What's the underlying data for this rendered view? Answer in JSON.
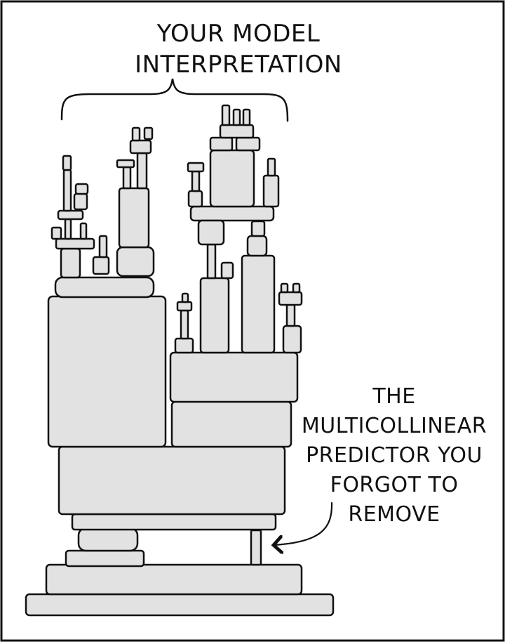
{
  "comic": {
    "top_label": [
      "YOUR MODEL",
      "INTERPRETATION"
    ],
    "side_label": [
      "THE",
      "MULTICOLLINEAR",
      "PREDICTOR YOU",
      "FORGOT TO",
      "REMOVE"
    ]
  },
  "colors": {
    "ink": "#111111",
    "block_fill": "#e2e2e2",
    "background": "#ffffff"
  }
}
